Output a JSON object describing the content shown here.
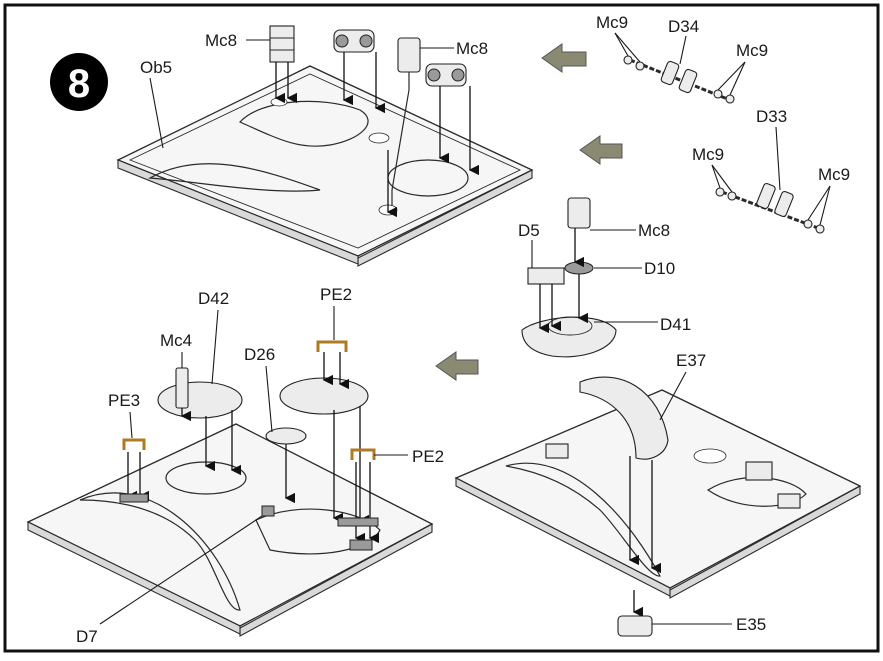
{
  "step": {
    "number": "8"
  },
  "labels": {
    "ob5": "Ob5",
    "mc8_a": "Mc8",
    "mc8_b": "Mc8",
    "mc9_a": "Mc9",
    "d34": "D34",
    "mc9_b": "Mc9",
    "d33": "D33",
    "mc9_c": "Mc9",
    "mc9_d": "Mc9",
    "mc8_c": "Mc8",
    "d5": "D5",
    "d10": "D10",
    "d41": "D41",
    "d42": "D42",
    "pe2_a": "PE2",
    "mc4": "Mc4",
    "d26": "D26",
    "pe3": "PE3",
    "pe2_b": "PE2",
    "e37": "E37",
    "d7": "D7",
    "e35": "E35"
  },
  "colors": {
    "border": "#111111",
    "step_badge": "#000000",
    "photo_etch": "#f3d9a8",
    "direction_arrow": "#8a8a72"
  },
  "icons": {
    "direction_arrow": "block-arrow-left-icon"
  }
}
